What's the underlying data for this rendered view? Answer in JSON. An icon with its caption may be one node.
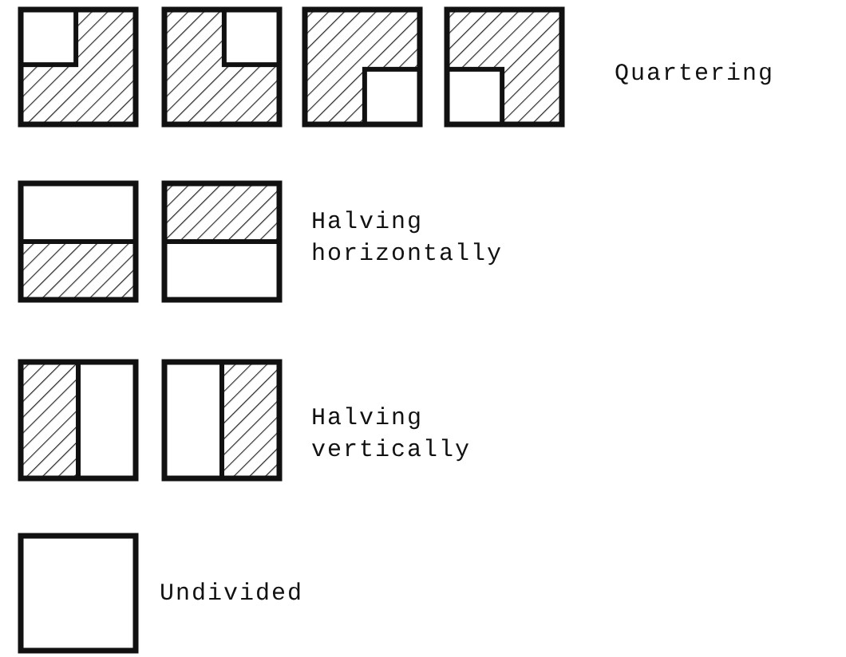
{
  "diagram": {
    "labels": [
      "Quartering",
      "Halving horizontally",
      "Halving vertically",
      "Undivided"
    ]
  }
}
